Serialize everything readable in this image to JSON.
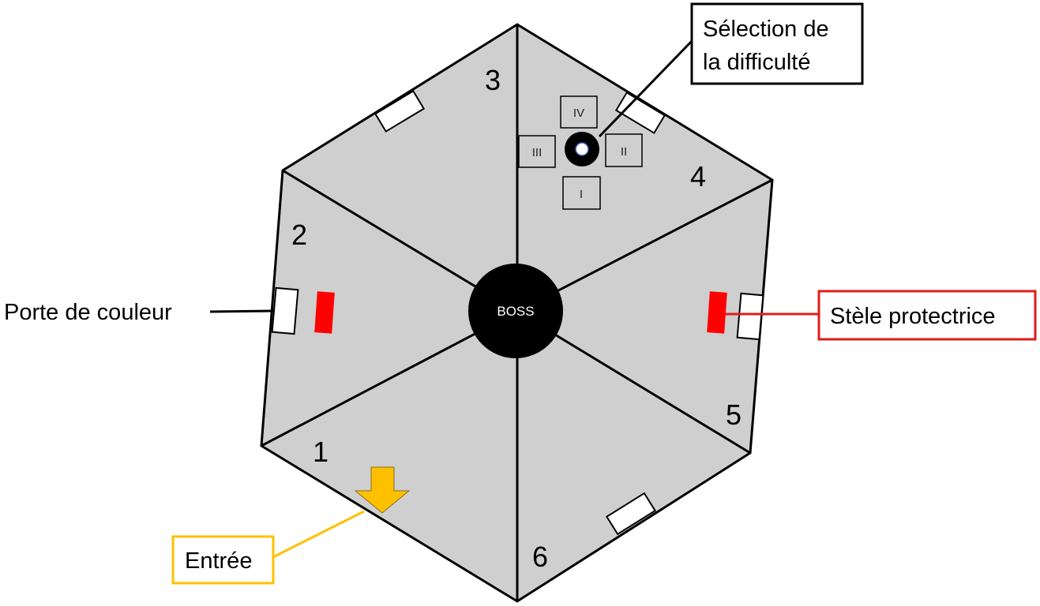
{
  "colors": {
    "floor": "#d0cfd0",
    "outline": "#000000",
    "door": "#ffffff",
    "stele": "#ff0000",
    "entrance": "#ffc000",
    "callout_black": "#000000",
    "callout_red": "#e31b1b",
    "callout_yellow": "#ffc000"
  },
  "map": {
    "boss_label": "BOSS",
    "sectors": [
      "1",
      "2",
      "3",
      "4",
      "5",
      "6"
    ],
    "difficulty_levels": [
      "I",
      "II",
      "III",
      "IV"
    ]
  },
  "callouts": {
    "difficulty_line1": "Sélection de",
    "difficulty_line2": "la difficulté",
    "color_door": "Porte de couleur",
    "stele": "Stèle protectrice",
    "entrance": "Entrée"
  },
  "icons": {
    "entrance": "down-arrow-icon",
    "difficulty_selector": "ring-icon"
  }
}
